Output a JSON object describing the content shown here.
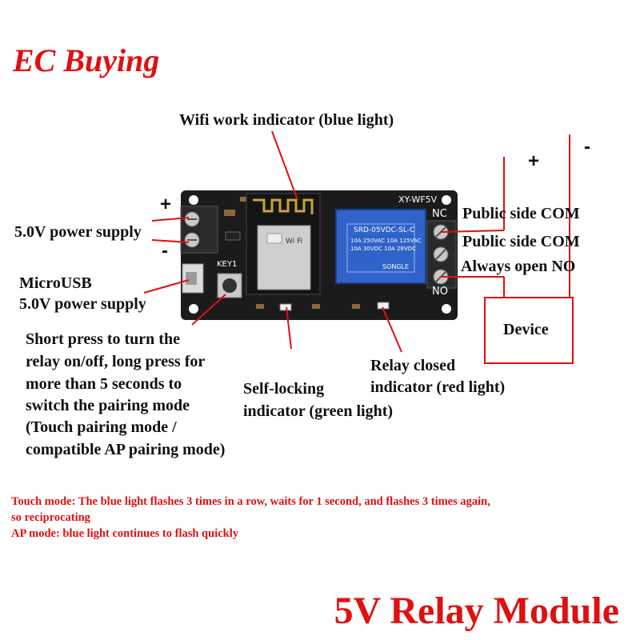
{
  "brand": "EC Buying",
  "labels": {
    "wifi_indicator": "Wifi work indicator (blue light)",
    "power_supply": "5.0V power supply",
    "microusb_line1": "MicroUSB",
    "microusb_line2": "5.0V power supply",
    "key_lines": [
      "Short press to turn the",
      "relay on/off, long press for",
      "more than 5 seconds to",
      "switch the pairing mode",
      "(Touch pairing mode /",
      "compatible AP pairing mode)"
    ],
    "self_locking_lines": [
      "Self-locking",
      "indicator (green light)"
    ],
    "relay_closed_lines": [
      "Relay closed",
      "indicator (red light)"
    ],
    "com1": "Public side COM",
    "com2": "Public side COM",
    "no": "Always open NO",
    "device": "Device"
  },
  "signs": {
    "power_plus": "+",
    "power_minus": "-",
    "right_plus": "+",
    "right_minus": "-"
  },
  "board_text": {
    "model": "XY-WF5V",
    "nc": "NC",
    "no": "NO",
    "key": "KEY1",
    "relay_model": "SRD-05VDC-SL-C",
    "relay_ratings": [
      "10A 250VAC 10A 125VAC",
      "10A 30VDC 10A 28VDC"
    ],
    "relay_brand": "SONGLE",
    "wifi_chip": "Wi Fi"
  },
  "notes": [
    "Touch mode: The blue light flashes 3 times in a row, waits for 1 second, and flashes 3 times again,",
    "so reciprocating",
    "AP mode: blue light continues to flash quickly"
  ],
  "footer": "5V Relay Module",
  "colors": {
    "accent": "#e01010",
    "pcb": "#1b1b1b",
    "relay": "#2f63c9",
    "wire": "#e01010"
  }
}
